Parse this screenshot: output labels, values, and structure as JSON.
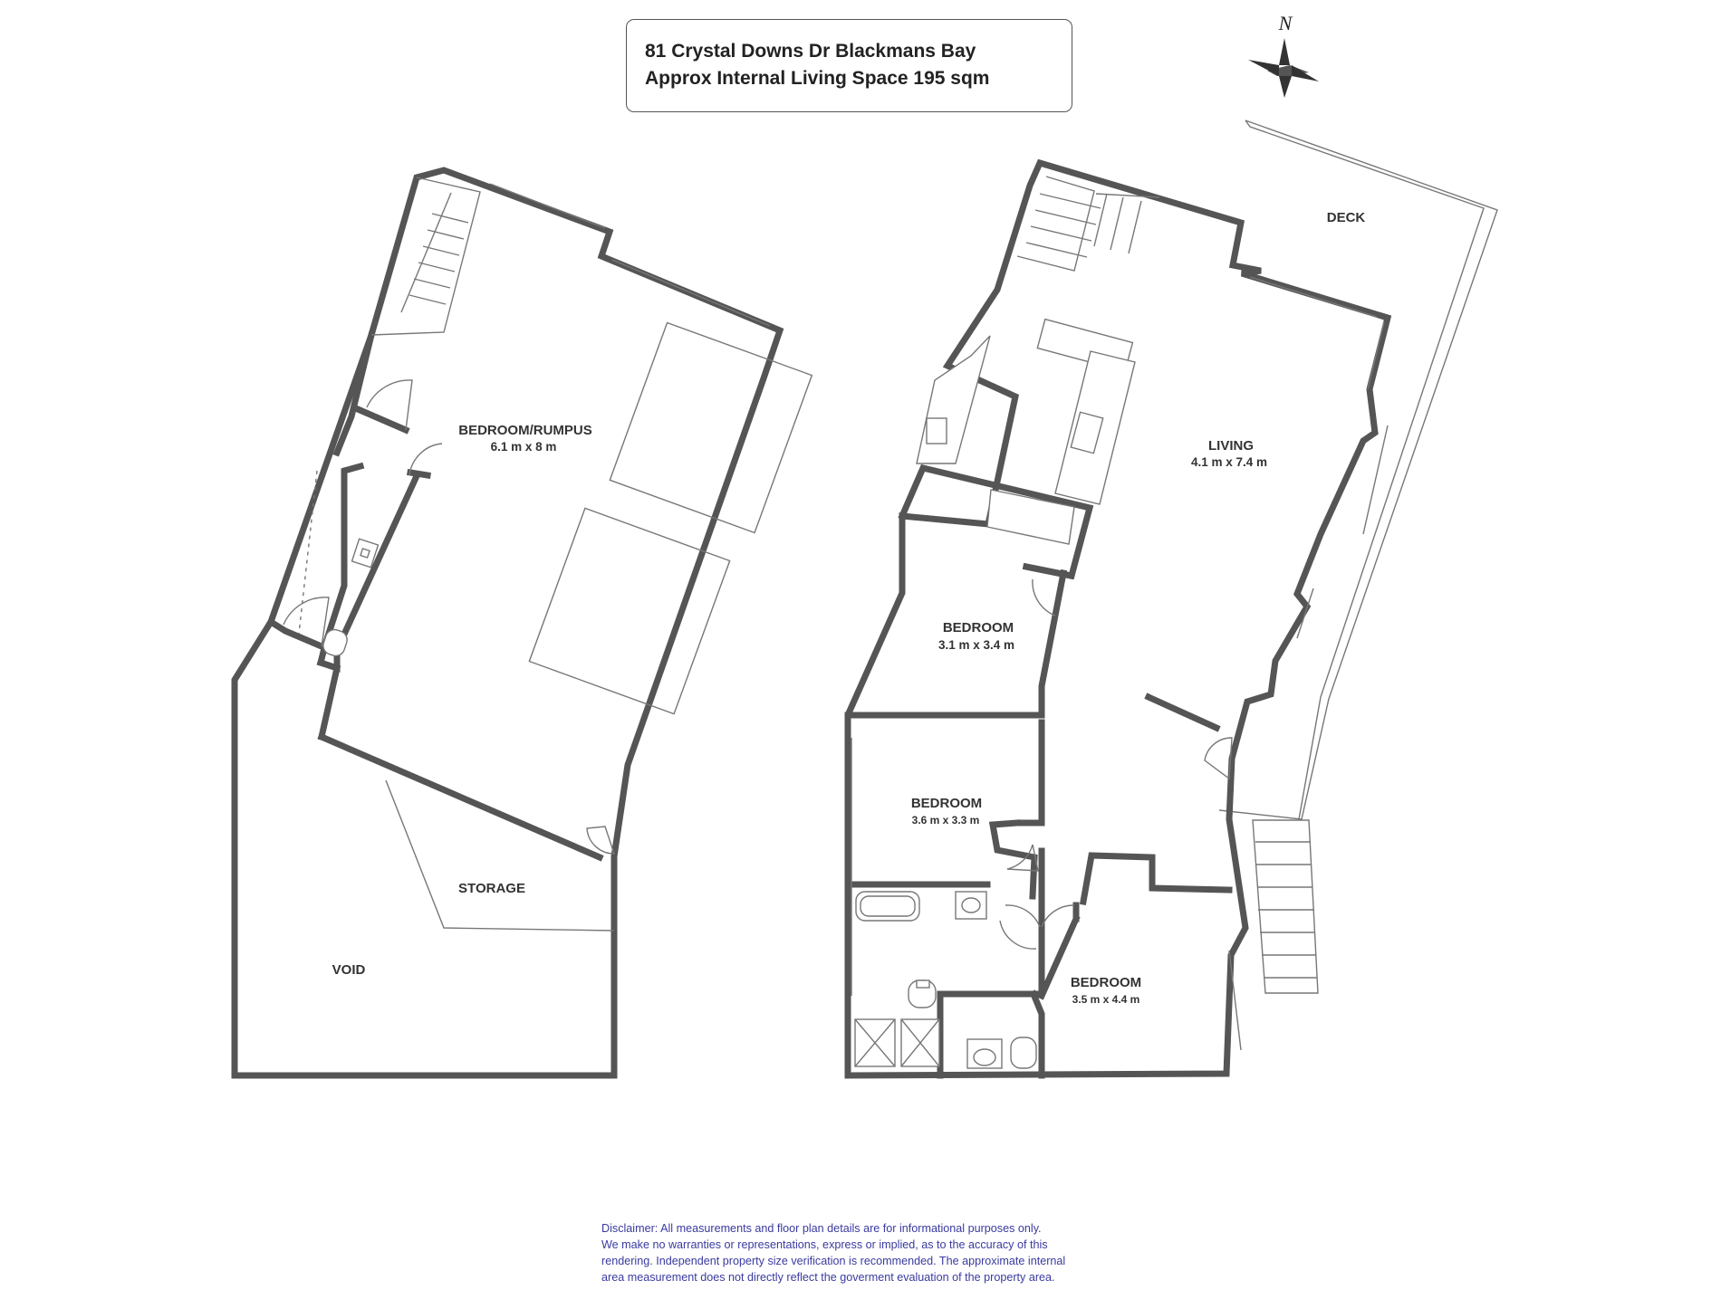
{
  "header": {
    "address": "81 Crystal Downs Dr Blackmans Bay",
    "living_space": "Approx Internal Living Space 195 sqm"
  },
  "compass": {
    "label": "N"
  },
  "lower_level": {
    "rooms": [
      {
        "name": "BEDROOM/RUMPUS",
        "dims": "6.1 m x 8 m"
      },
      {
        "name": "STORAGE",
        "dims": ""
      },
      {
        "name": "VOID",
        "dims": ""
      }
    ]
  },
  "upper_level": {
    "rooms": [
      {
        "name": "DECK",
        "dims": ""
      },
      {
        "name": "LIVING",
        "dims": "4.1 m x 7.4 m"
      },
      {
        "name": "BEDROOM",
        "dims": "3.1 m x 3.4 m"
      },
      {
        "name": "BEDROOM",
        "dims": "3.6 m x 3.3 m"
      },
      {
        "name": "BEDROOM",
        "dims": "3.5 m x 4.4 m"
      }
    ]
  },
  "disclaimer": [
    "Disclaimer: All measurements and floor plan details are for informational purposes only.",
    "We  make no warranties or representations, express or implied, as to the accuracy of this",
    "rendering. Independent property size verification is recommended. The approximate internal",
    "area measurement does not directly reflect the goverment evaluation of the property area."
  ]
}
